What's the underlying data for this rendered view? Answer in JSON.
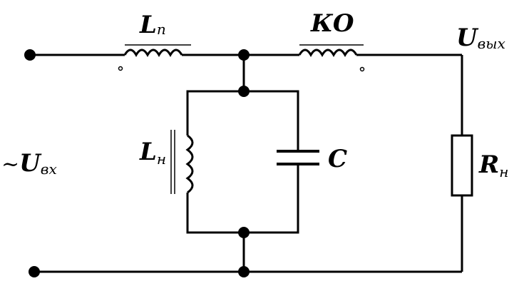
{
  "labels": {
    "lp_main": "L",
    "lp_sub": "п",
    "ko": "КО",
    "uout_main": "U",
    "uout_sub": "вых",
    "uin_prefix": "~",
    "uin_main": "U",
    "uin_sub": "вх",
    "ln_main": "L",
    "ln_sub": "н",
    "c": "C",
    "rn_main": "R",
    "rn_sub": "н"
  },
  "colors": {
    "line": "#000000",
    "background": "#ffffff"
  }
}
